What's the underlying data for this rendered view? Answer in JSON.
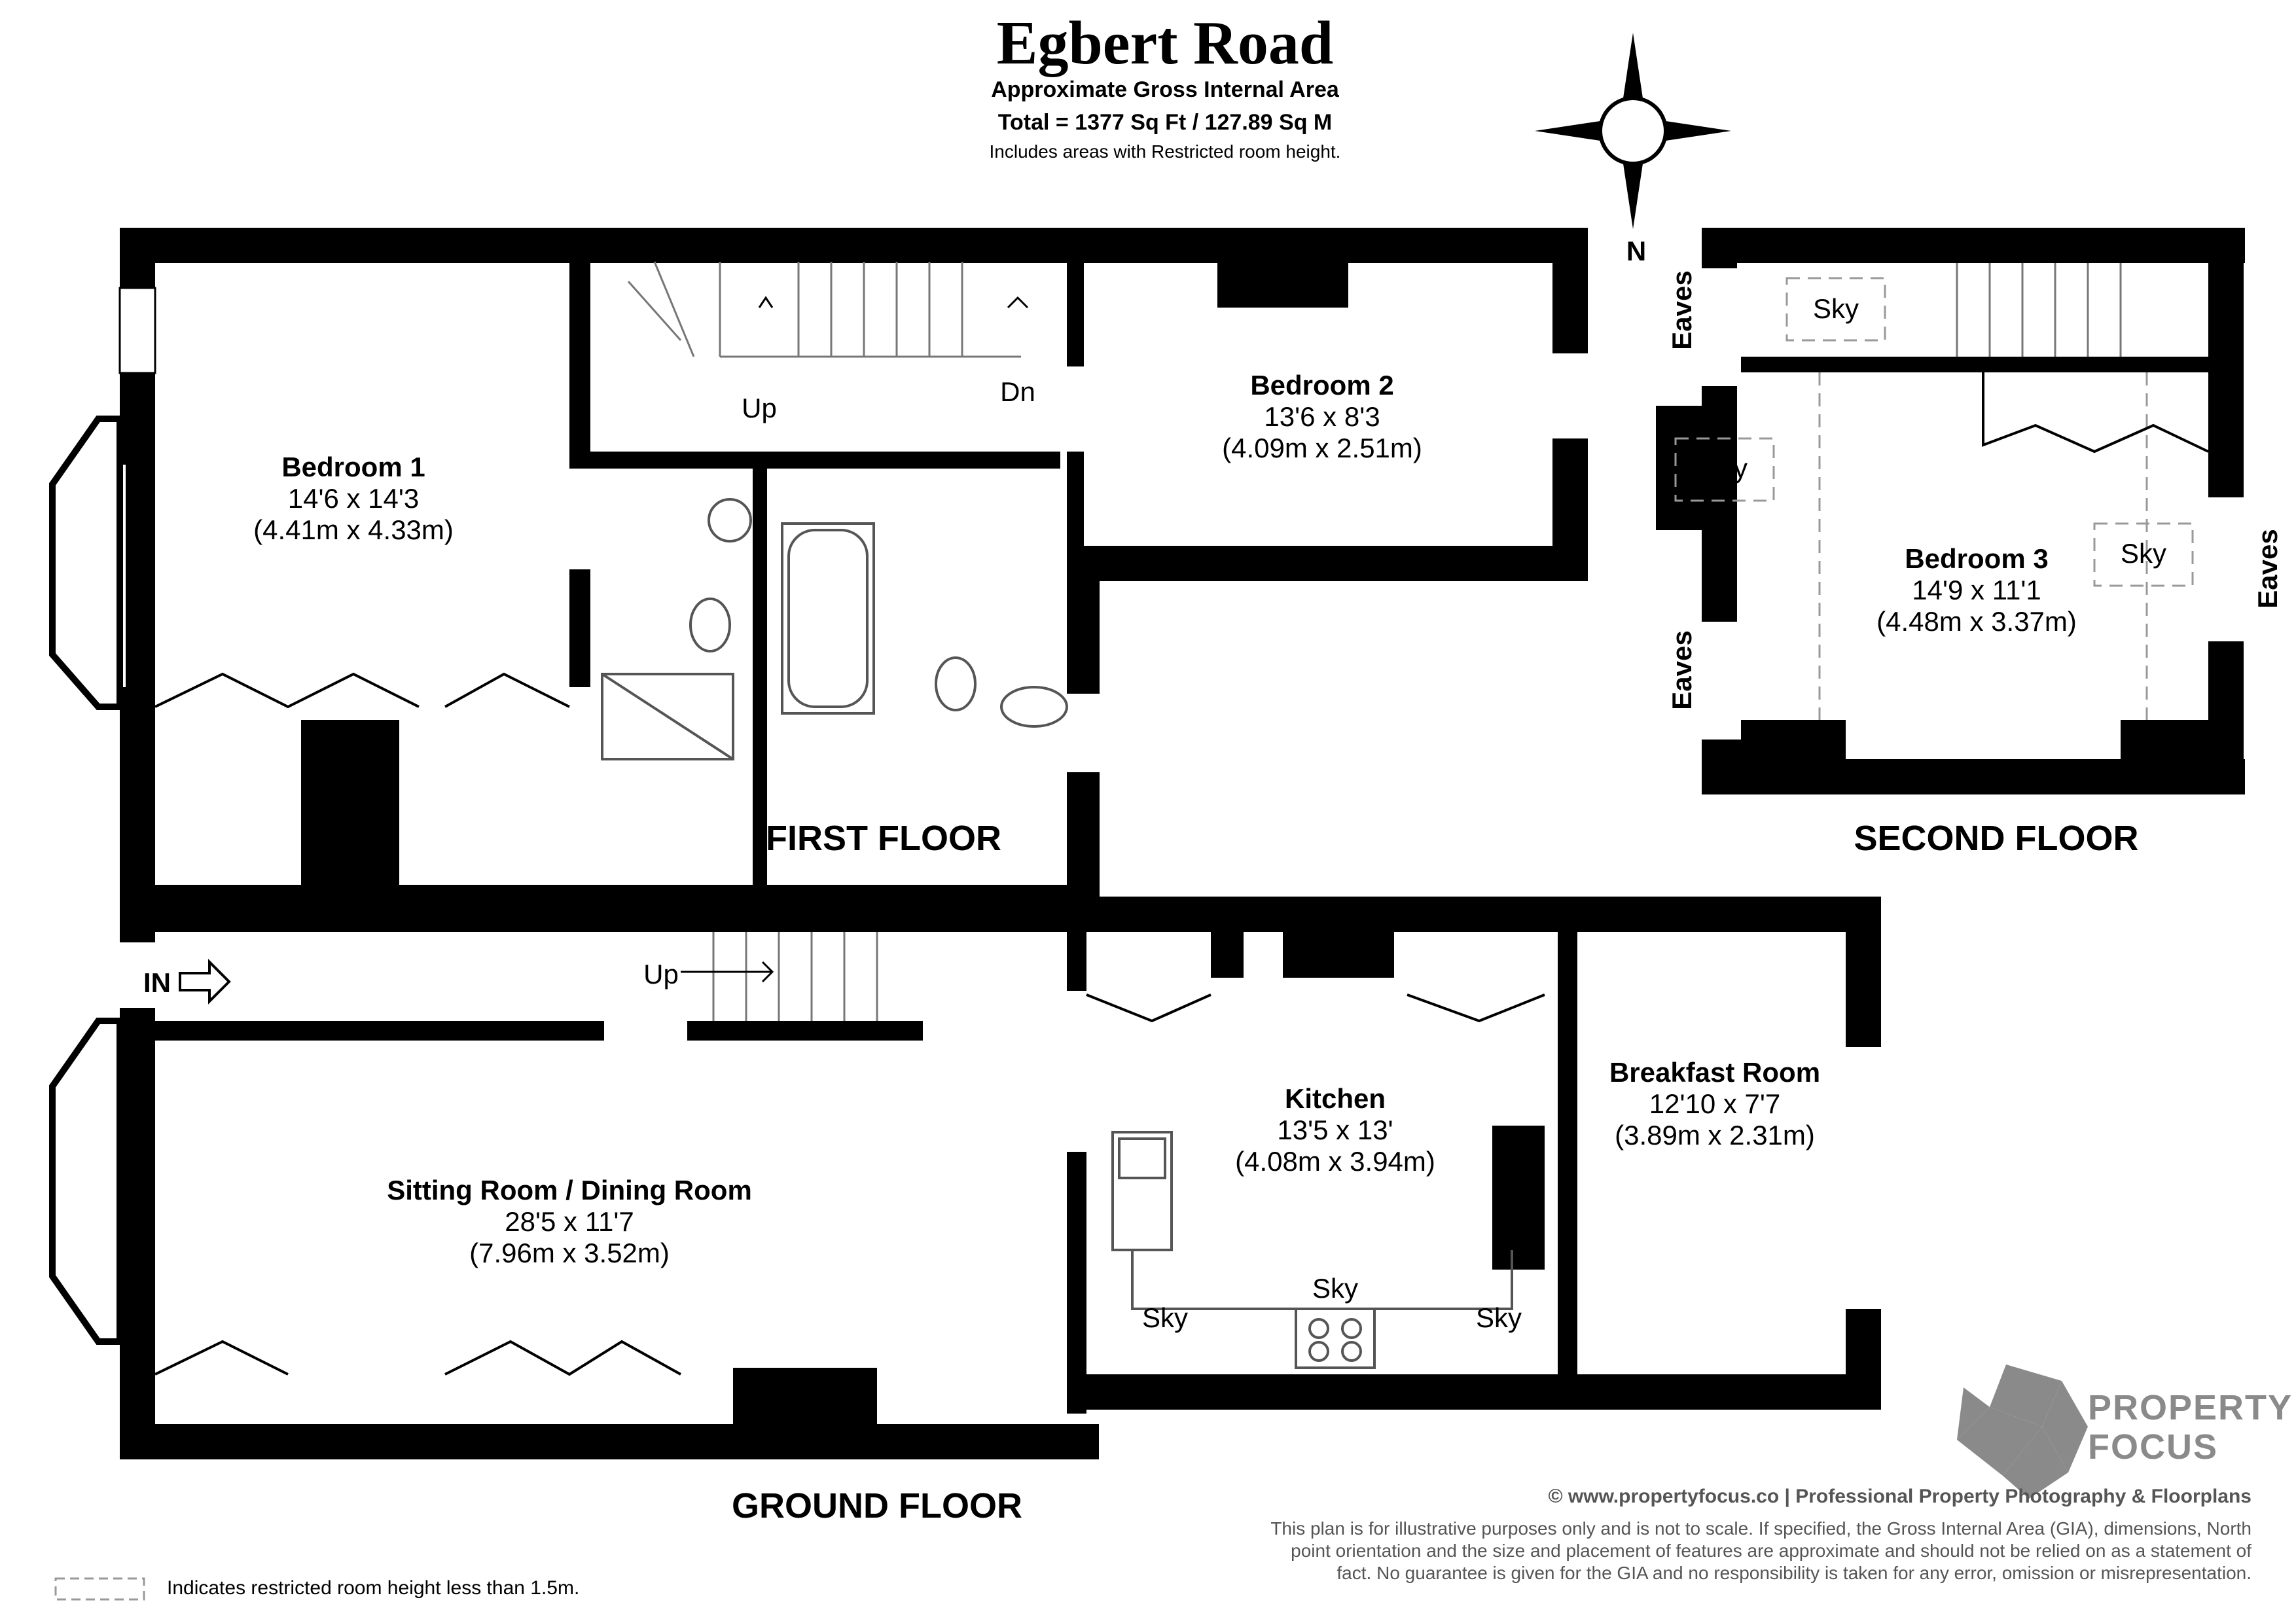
{
  "header": {
    "title": "Egbert Road",
    "area_label": "Approximate Gross Internal Area",
    "total": "Total = 1377 Sq Ft / 127.89 Sq M",
    "note": "Includes areas with Restricted room height."
  },
  "compass": {
    "label": "N"
  },
  "floors": {
    "first": "FIRST FLOOR",
    "second": "SECOND FLOOR",
    "ground": "GROUND FLOOR"
  },
  "rooms": {
    "bedroom1": {
      "name": "Bedroom 1",
      "imperial": "14'6 x 14'3",
      "metric": "(4.41m x 4.33m)"
    },
    "bedroom2": {
      "name": "Bedroom 2",
      "imperial": "13'6 x 8'3",
      "metric": "(4.09m x 2.51m)"
    },
    "bedroom3": {
      "name": "Bedroom 3",
      "imperial": "14'9 x 11'1",
      "metric": "(4.48m x 3.37m)"
    },
    "sitting": {
      "name": "Sitting Room / Dining Room",
      "imperial": "28'5 x 11'7",
      "metric": "(7.96m x 3.52m)"
    },
    "kitchen": {
      "name": "Kitchen",
      "imperial": "13'5 x 13'",
      "metric": "(4.08m x 3.94m)"
    },
    "breakfast": {
      "name": "Breakfast Room",
      "imperial": "12'10 x 7'7",
      "metric": "(3.89m x 2.31m)"
    }
  },
  "labels": {
    "up": "Up",
    "dn": "Dn",
    "in": "IN",
    "sky": "Sky",
    "eaves": "Eaves"
  },
  "branding": {
    "line1": "PROPERTY",
    "line2": "FOCUS",
    "site": "© www.propertyfocus.co | Professional Property Photography & Floorplans",
    "disclaimer1": "This plan is for illustrative purposes only and is not to scale. If specified, the Gross Internal Area (GIA), dimensions, North",
    "disclaimer2": "point orientation and the size and placement of features are approximate and should not be relied on as a statement of",
    "disclaimer3": "fact. No guarantee is given for the GIA and no responsibility is taken for any error, omission or misrepresentation."
  },
  "legend": {
    "text": "Indicates restricted room height less than 1.5m."
  },
  "colors": {
    "wall": "#000000",
    "fixture": "#555555",
    "brand": "#8a8a8a"
  }
}
